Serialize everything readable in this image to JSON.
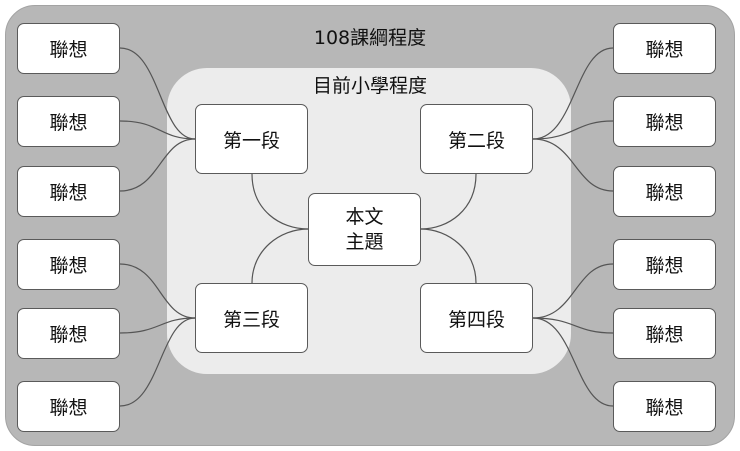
{
  "outer_frame": {
    "title": "108課綱程度"
  },
  "inner_frame": {
    "title": "目前小學程度"
  },
  "center_node": {
    "line1": "本文",
    "line2": "主題"
  },
  "segments": {
    "first": "第一段",
    "second": "第二段",
    "third": "第三段",
    "fourth": "第四段"
  },
  "associations": {
    "left": [
      "聯想",
      "聯想",
      "聯想",
      "聯想",
      "聯想",
      "聯想"
    ],
    "right": [
      "聯想",
      "聯想",
      "聯想",
      "聯想",
      "聯想",
      "聯想"
    ]
  }
}
